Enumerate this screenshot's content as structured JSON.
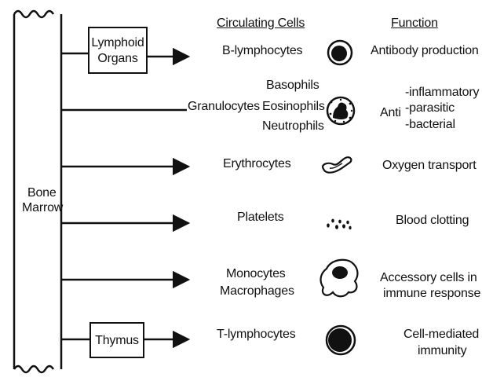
{
  "headers": {
    "circulating_cells": "Circulating Cells",
    "function": "Function"
  },
  "marrow": {
    "line1": "Bone",
    "line2": "Marrow"
  },
  "organs": {
    "lymphoid_line1": "Lymphoid",
    "lymphoid_line2": "Organs",
    "thymus": "Thymus"
  },
  "granulocytes_label": "Granulocytes",
  "cells": {
    "b_lymphocytes": "B-lymphocytes",
    "basophils": "Basophils",
    "eosinophils": "Eosinophils",
    "neutrophils": "Neutrophils",
    "erythrocytes": "Erythrocytes",
    "platelets": "Platelets",
    "monocytes": "Monocytes",
    "macrophages": "Macrophages",
    "t_lymphocytes": "T-lymphocytes"
  },
  "functions": {
    "antibody": "Antibody production",
    "anti_prefix": "Anti",
    "inflammatory": "-inflammatory",
    "parasitic": "-parasitic",
    "bacterial": "-bacterial",
    "oxygen": "Oxygen transport",
    "clotting": "Blood clotting",
    "accessory_line1": "Accessory cells in",
    "accessory_line2": "immune response",
    "cell_mediated_line1": "Cell-mediated",
    "cell_mediated_line2": "immunity"
  },
  "icons": {
    "b_cell": "b-lymphocyte-icon",
    "granulocyte": "granulocyte-icon",
    "erythrocyte": "erythrocyte-icon",
    "platelets": "platelets-icon",
    "macrophage": "macrophage-icon",
    "t_cell": "t-lymphocyte-icon"
  }
}
